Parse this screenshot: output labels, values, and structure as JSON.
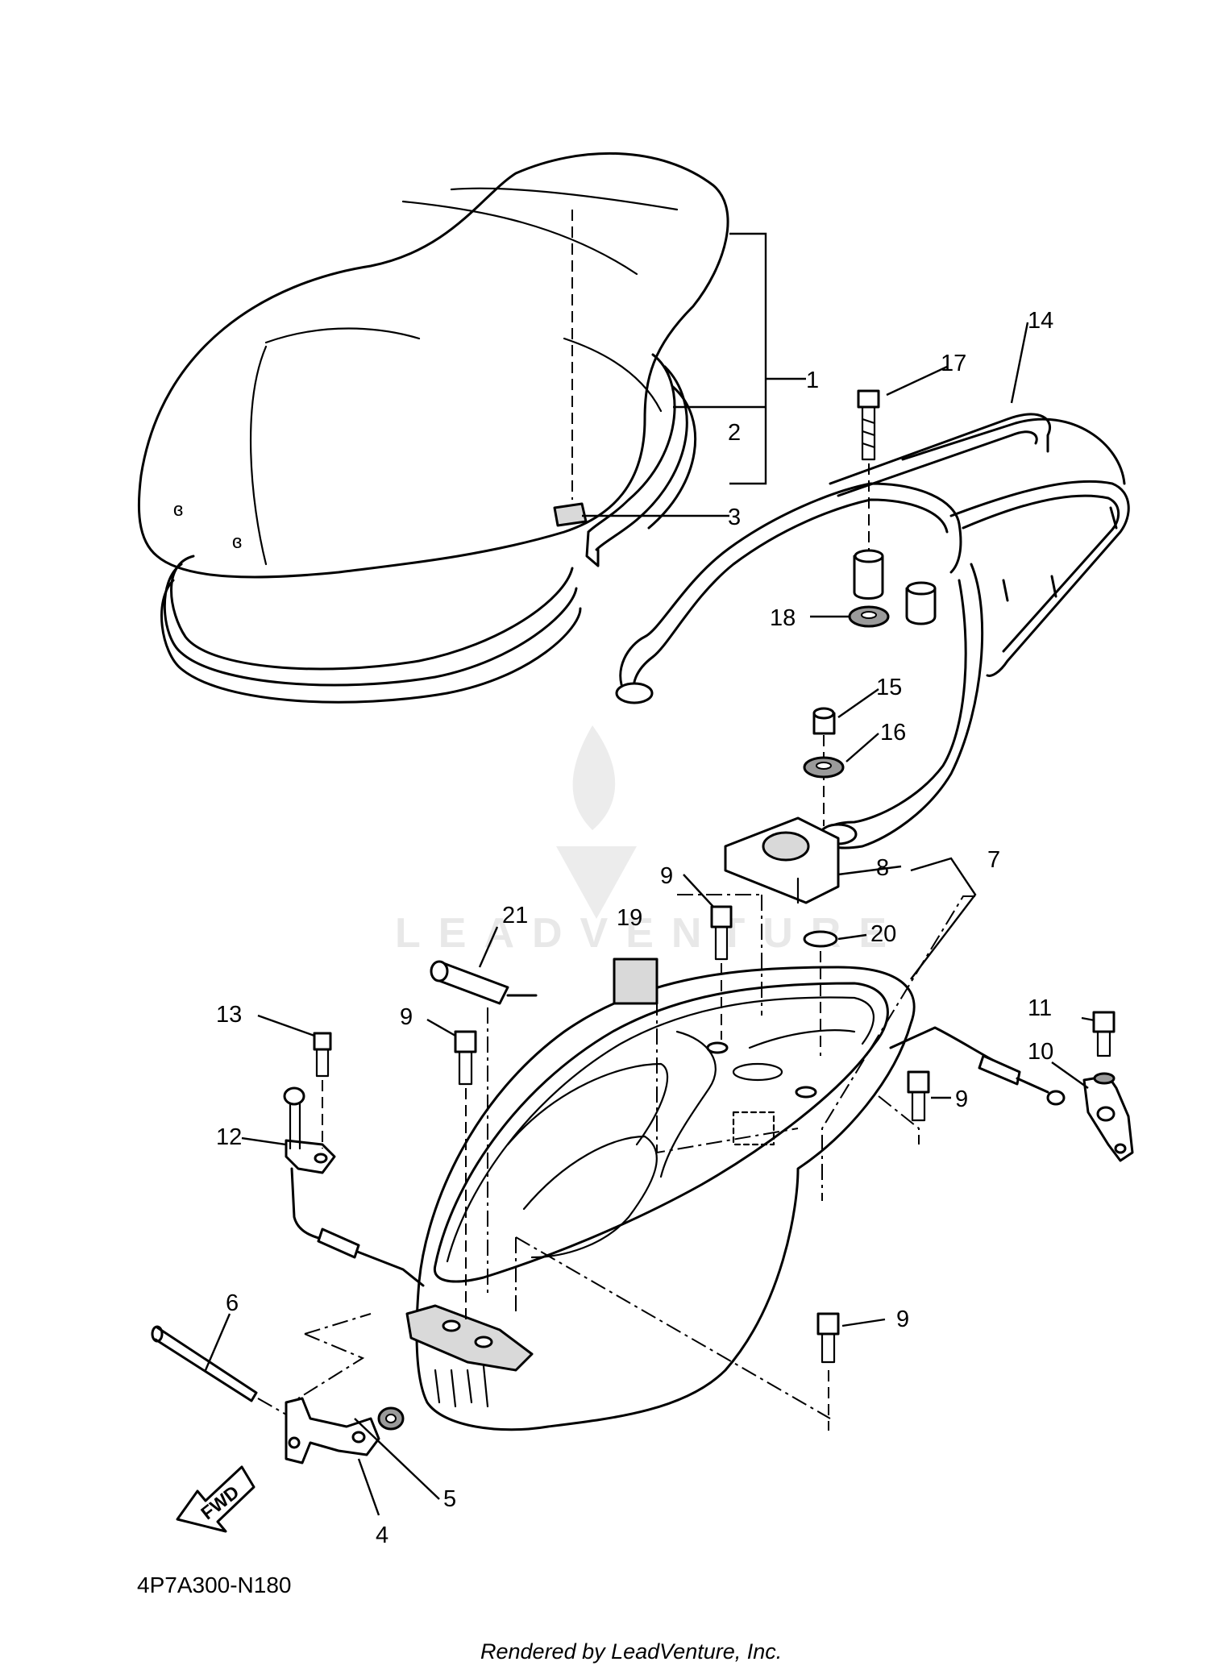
{
  "diagram": {
    "code": "4P7A300-N180",
    "footer": "Rendered by LeadVenture, Inc.",
    "watermark": "LEADVENTURE",
    "fwd_label": "FWD",
    "callouts": [
      "1",
      "2",
      "3",
      "4",
      "5",
      "6",
      "7",
      "8",
      "9",
      "9",
      "9",
      "9",
      "10",
      "11",
      "12",
      "13",
      "14",
      "15",
      "16",
      "17",
      "18",
      "19",
      "20",
      "21"
    ]
  }
}
